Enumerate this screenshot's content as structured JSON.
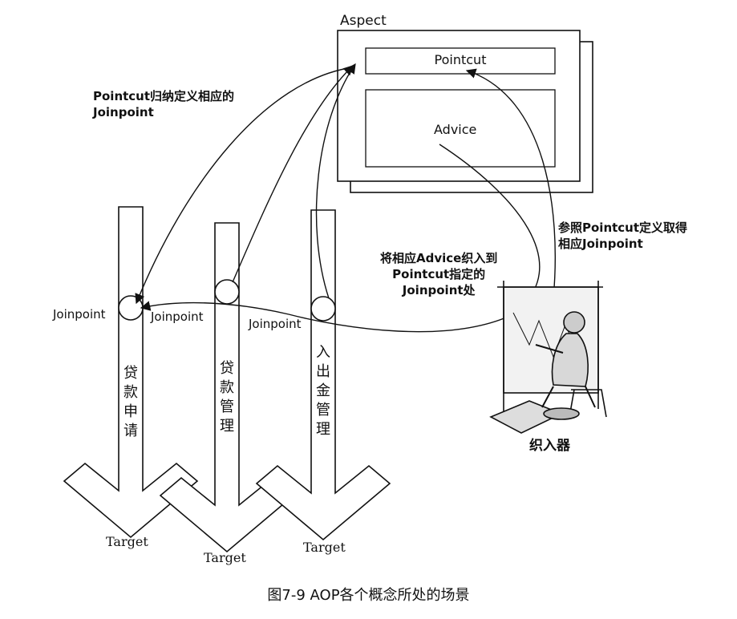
{
  "aspect": {
    "title": "Aspect",
    "pointcut": "Pointcut",
    "advice": "Advice"
  },
  "notes": {
    "pointcut_defines": "Pointcut归纳定义相应的\nJoinpoint",
    "weave_advice": "将相应Advice织入到\nPointcut指定的\nJoinpoint处",
    "lookup_pointcut": "参照Pointcut定义取得\n相应Joinpoint"
  },
  "joinpoint_label": "Joinpoint",
  "targets": [
    {
      "name": "贷款申请",
      "label": "Target"
    },
    {
      "name": "贷款管理",
      "label": "Target"
    },
    {
      "name": "入出金管理",
      "label": "Target"
    }
  ],
  "weaver": {
    "label": "织入器"
  },
  "caption": "图7-9    AOP各个概念所处的场景"
}
